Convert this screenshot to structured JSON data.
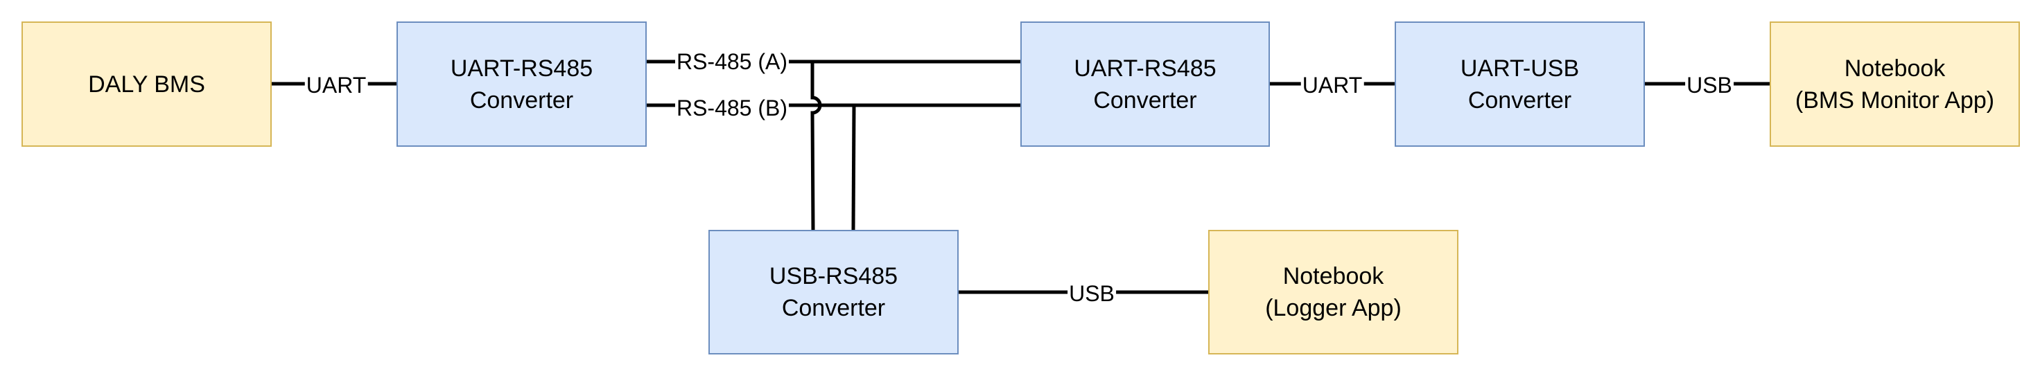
{
  "nodes": {
    "daly_bms": {
      "lines": [
        "DALY BMS"
      ],
      "fill": "#fff2cc",
      "stroke": "#d6b656"
    },
    "converter_left": {
      "lines": [
        "UART-RS485",
        "Converter"
      ],
      "fill": "#dae8fc",
      "stroke": "#6c8ebf"
    },
    "converter_right": {
      "lines": [
        "UART-RS485",
        "Converter"
      ],
      "fill": "#dae8fc",
      "stroke": "#6c8ebf"
    },
    "uart_usb": {
      "lines": [
        "UART-USB",
        "Converter"
      ],
      "fill": "#dae8fc",
      "stroke": "#6c8ebf"
    },
    "notebook_monitor": {
      "lines": [
        "Notebook",
        "(BMS Monitor App)"
      ],
      "fill": "#fff2cc",
      "stroke": "#d6b656"
    },
    "usb_rs485": {
      "lines": [
        "USB-RS485",
        "Converter"
      ],
      "fill": "#dae8fc",
      "stroke": "#6c8ebf"
    },
    "notebook_logger": {
      "lines": [
        "Notebook",
        "(Logger App)"
      ],
      "fill": "#fff2cc",
      "stroke": "#d6b656"
    }
  },
  "edges": {
    "bms_uart": "UART",
    "rs485_a": "RS-485 (A)",
    "rs485_b": "RS-485 (B)",
    "right_uart": "UART",
    "monitor_usb": "USB",
    "logger_usb": "USB"
  }
}
